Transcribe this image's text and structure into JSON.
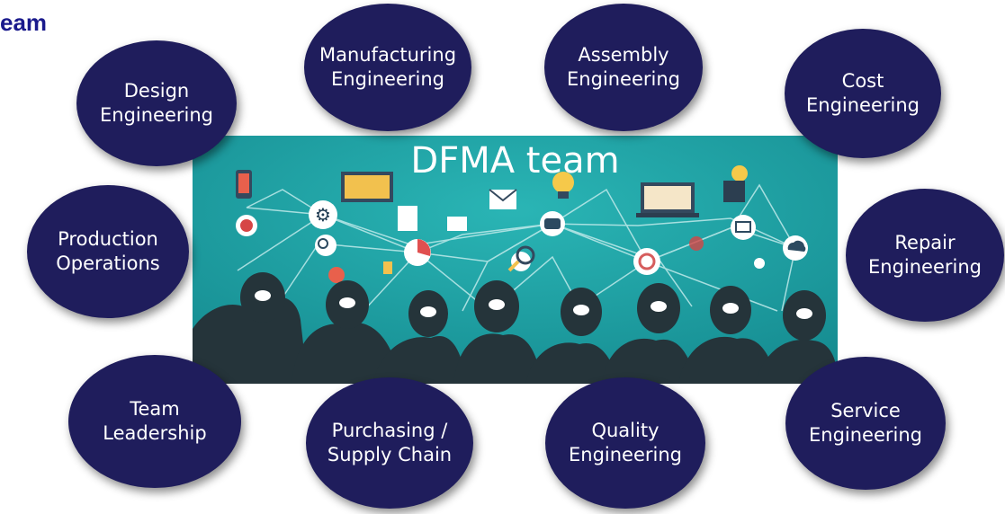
{
  "slide": {
    "title": "eam",
    "center_title": "DFMA team",
    "bubble_color": "#1f1d5c",
    "image_bg_color": "#1ea3a6"
  },
  "roles": [
    {
      "label": "Design\nEngineering"
    },
    {
      "label": "Manufacturing\nEngineering"
    },
    {
      "label": "Assembly\nEngineering"
    },
    {
      "label": "Cost\nEngineering"
    },
    {
      "label": "Production\nOperations"
    },
    {
      "label": "Repair\nEngineering"
    },
    {
      "label": "Team\nLeadership"
    },
    {
      "label": "Purchasing /\nSupply Chain"
    },
    {
      "label": "Quality\nEngineering"
    },
    {
      "label": "Service\nEngineering"
    }
  ]
}
